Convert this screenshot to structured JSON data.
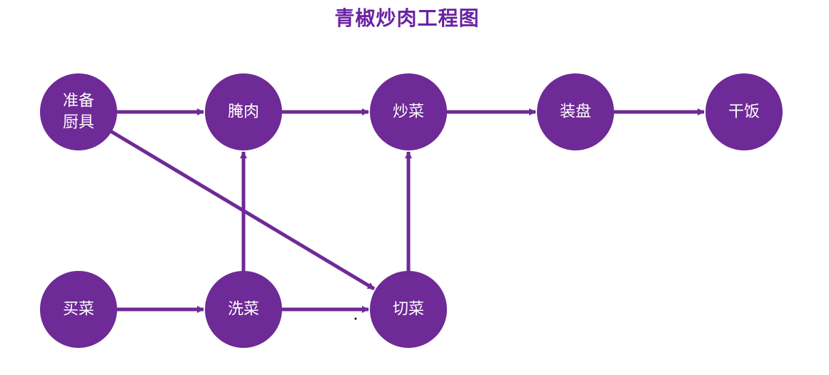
{
  "title": "青椒炒肉工程图",
  "colors": {
    "node_fill": "#6e2a96",
    "edge": "#6e2a96",
    "title": "#6a23a3",
    "label": "#ffffff"
  },
  "nodes": [
    {
      "id": "prepare",
      "lines": [
        "准备",
        "厨具"
      ]
    },
    {
      "id": "marinate",
      "lines": [
        "腌肉"
      ]
    },
    {
      "id": "stirfry",
      "lines": [
        "炒菜"
      ]
    },
    {
      "id": "plate",
      "lines": [
        "装盘"
      ]
    },
    {
      "id": "eat",
      "lines": [
        "干饭"
      ]
    },
    {
      "id": "buy",
      "lines": [
        "买菜"
      ]
    },
    {
      "id": "wash",
      "lines": [
        "洗菜"
      ]
    },
    {
      "id": "cut",
      "lines": [
        "切菜"
      ]
    }
  ],
  "edges": [
    {
      "from": "prepare",
      "to": "marinate"
    },
    {
      "from": "marinate",
      "to": "stirfry"
    },
    {
      "from": "stirfry",
      "to": "plate"
    },
    {
      "from": "plate",
      "to": "eat"
    },
    {
      "from": "buy",
      "to": "wash"
    },
    {
      "from": "wash",
      "to": "cut"
    },
    {
      "from": "wash",
      "to": "marinate"
    },
    {
      "from": "cut",
      "to": "stirfry"
    },
    {
      "from": "prepare",
      "to": "cut"
    }
  ]
}
